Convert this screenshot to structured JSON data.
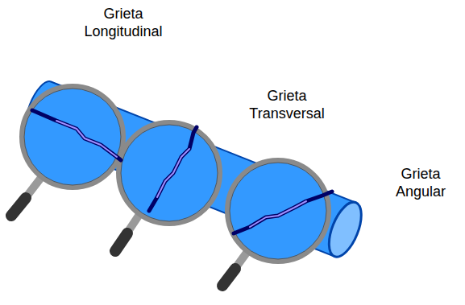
{
  "diagram": {
    "labels": [
      "Grieta Longitudinal",
      "Grieta Transversal",
      "Grieta Angular"
    ]
  }
}
